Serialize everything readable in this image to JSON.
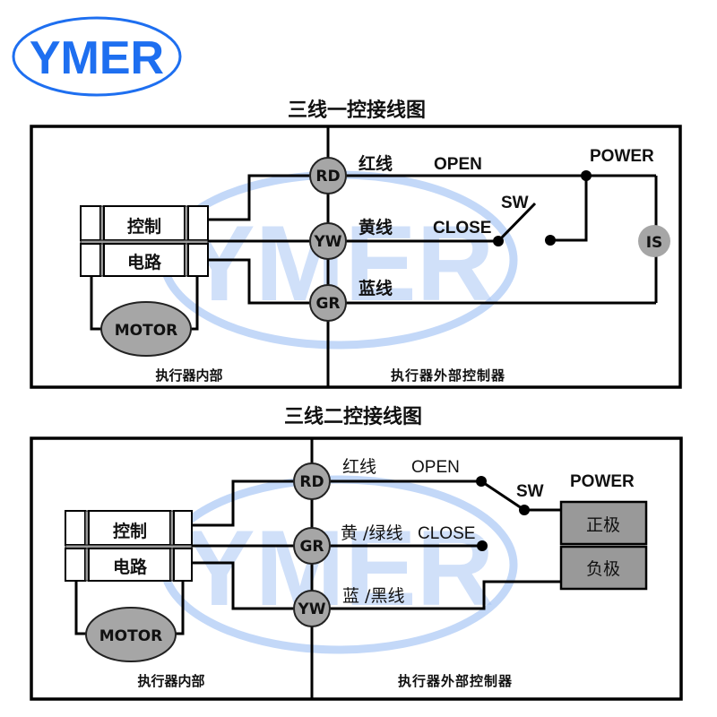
{
  "logo": {
    "text": "YMER",
    "color": "#1e6ff0"
  },
  "watermark": {
    "text": "YMER",
    "color": "#aac7f5"
  },
  "diagram1": {
    "title": "三线一控接线图",
    "inside": {
      "control_line1": "控制",
      "control_line2": "电路",
      "motor": "MOTOR",
      "caption": "执行器内部"
    },
    "terminals": [
      "RD",
      "YW",
      "GR"
    ],
    "wires": [
      {
        "color_label": "红线",
        "function": "OPEN"
      },
      {
        "color_label": "黄线",
        "function": "CLOSE"
      },
      {
        "color_label": "蓝线",
        "function": ""
      }
    ],
    "switch_label": "SW",
    "power_label": "POWER",
    "indicator": "IS",
    "outside_caption": "执行器外部控制器"
  },
  "diagram2": {
    "title": "三线二控接线图",
    "inside": {
      "control_line1": "控制",
      "control_line2": "电路",
      "motor": "MOTOR",
      "caption": "执行器内部"
    },
    "terminals": [
      "RD",
      "GR",
      "YW"
    ],
    "wires": [
      {
        "color_label": "红线",
        "function": "OPEN"
      },
      {
        "color_label": "黄 /绿线",
        "function": "CLOSE"
      },
      {
        "color_label": "蓝 /黑线",
        "function": ""
      }
    ],
    "switch_label": "SW",
    "power_label": "POWER",
    "power_positive": "正极",
    "power_negative": "负极",
    "outside_caption": "执行器外部控制器"
  }
}
